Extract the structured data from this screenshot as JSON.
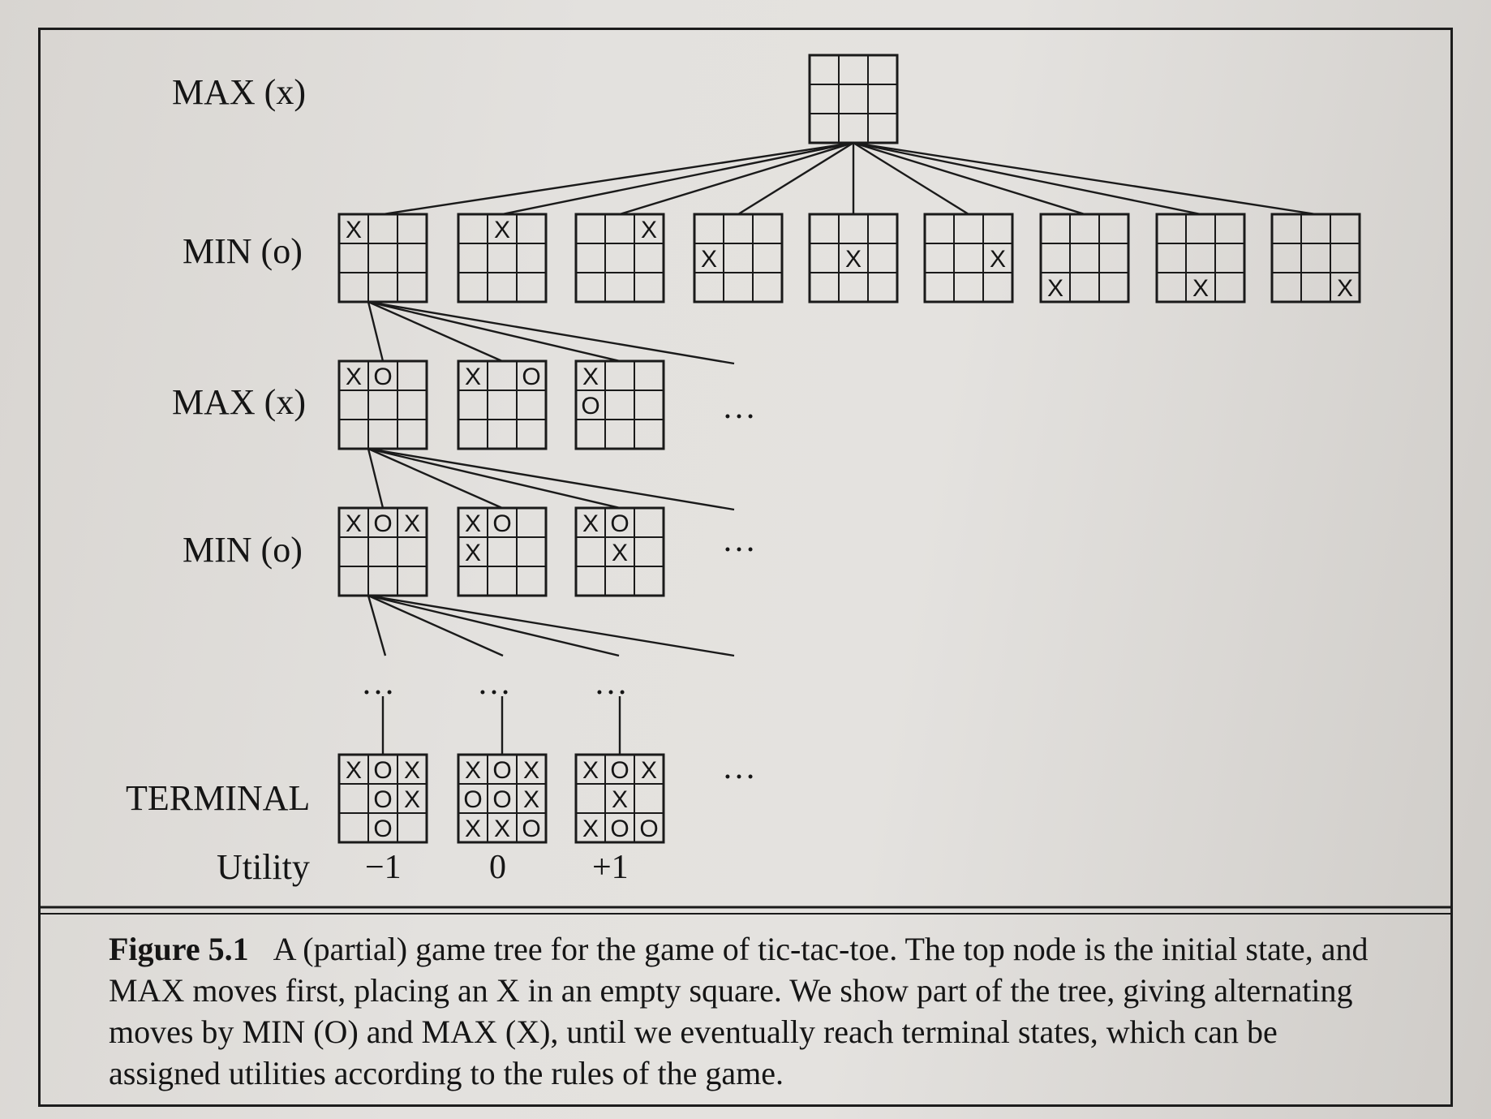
{
  "labels": {
    "max_top": "MAX (x)",
    "min_1": "MIN (o)",
    "max_2": "MAX (x)",
    "min_2": "MIN (o)",
    "terminal": "TERMINAL",
    "utility": "Utility"
  },
  "ellipsis": "…",
  "utilities": [
    "−1",
    "0",
    "+1"
  ],
  "boards": {
    "root": [
      "",
      "",
      "",
      "",
      "",
      "",
      "",
      "",
      ""
    ],
    "min_row": [
      [
        "X",
        "",
        "",
        "",
        "",
        "",
        "",
        "",
        ""
      ],
      [
        "",
        "X",
        "",
        "",
        "",
        "",
        "",
        "",
        ""
      ],
      [
        "",
        "",
        "X",
        "",
        "",
        "",
        "",
        "",
        ""
      ],
      [
        "",
        "",
        "",
        "X",
        "",
        "",
        "",
        "",
        ""
      ],
      [
        "",
        "",
        "",
        "",
        "X",
        "",
        "",
        "",
        ""
      ],
      [
        "",
        "",
        "",
        "",
        "",
        "X",
        "",
        "",
        ""
      ],
      [
        "",
        "",
        "",
        "",
        "",
        "",
        "X",
        "",
        ""
      ],
      [
        "",
        "",
        "",
        "",
        "",
        "",
        "",
        "X",
        ""
      ],
      [
        "",
        "",
        "",
        "",
        "",
        "",
        "",
        "",
        "X"
      ]
    ],
    "max_row": [
      [
        "X",
        "O",
        "",
        "",
        "",
        "",
        "",
        "",
        ""
      ],
      [
        "X",
        "",
        "O",
        "",
        "",
        "",
        "",
        "",
        ""
      ],
      [
        "X",
        "",
        "",
        "O",
        "",
        "",
        "",
        "",
        ""
      ]
    ],
    "min_row_2": [
      [
        "X",
        "O",
        "X",
        "",
        "",
        "",
        "",
        "",
        ""
      ],
      [
        "X",
        "O",
        "",
        "X",
        "",
        "",
        "",
        "",
        ""
      ],
      [
        "X",
        "O",
        "",
        "",
        "X",
        "",
        "",
        "",
        ""
      ]
    ],
    "terminal_row": [
      [
        "X",
        "O",
        "X",
        "",
        "O",
        "X",
        "",
        "O",
        ""
      ],
      [
        "X",
        "O",
        "X",
        "O",
        "O",
        "X",
        "X",
        "X",
        "O"
      ],
      [
        "X",
        "O",
        "X",
        "",
        "X",
        "",
        "X",
        "O",
        "O"
      ]
    ]
  },
  "caption": {
    "figure_number": "Figure 5.1",
    "text_1": "A (partial) game tree for the game of tic-tac-toe. The top node is the initial state, and ",
    "sc_max": "MAX",
    "text_2": " moves first, placing an ",
    "sc_x": "X",
    "text_3": " in an empty square. We show part of the tree, giving alternating moves by ",
    "sc_min": "MIN",
    "text_4": " (",
    "sc_o": "O",
    "text_5": ") and ",
    "sc_max2": "MAX",
    "text_6": " (",
    "sc_x2": "X",
    "text_7": "), until we eventually reach terminal states, which can be assigned utilities according to the rules of the game."
  }
}
